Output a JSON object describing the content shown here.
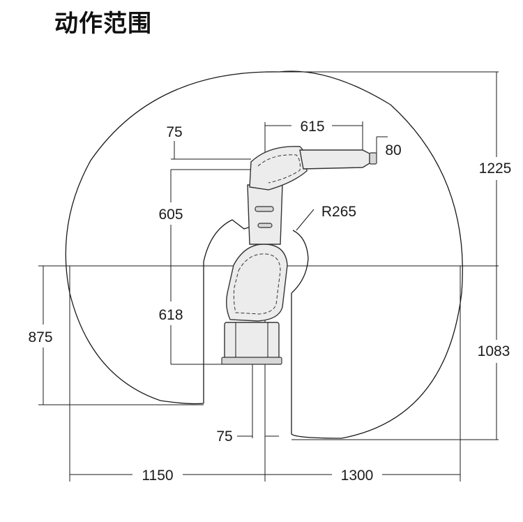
{
  "title": "动作范围",
  "dimensions": {
    "d615": "615",
    "d80": "80",
    "d75_top": "75",
    "d605": "605",
    "r265": "R265",
    "d1225": "1225",
    "d618": "618",
    "d875": "875",
    "d1083": "1083",
    "d75_bottom": "75",
    "d1150": "1150",
    "d1300": "1300"
  }
}
